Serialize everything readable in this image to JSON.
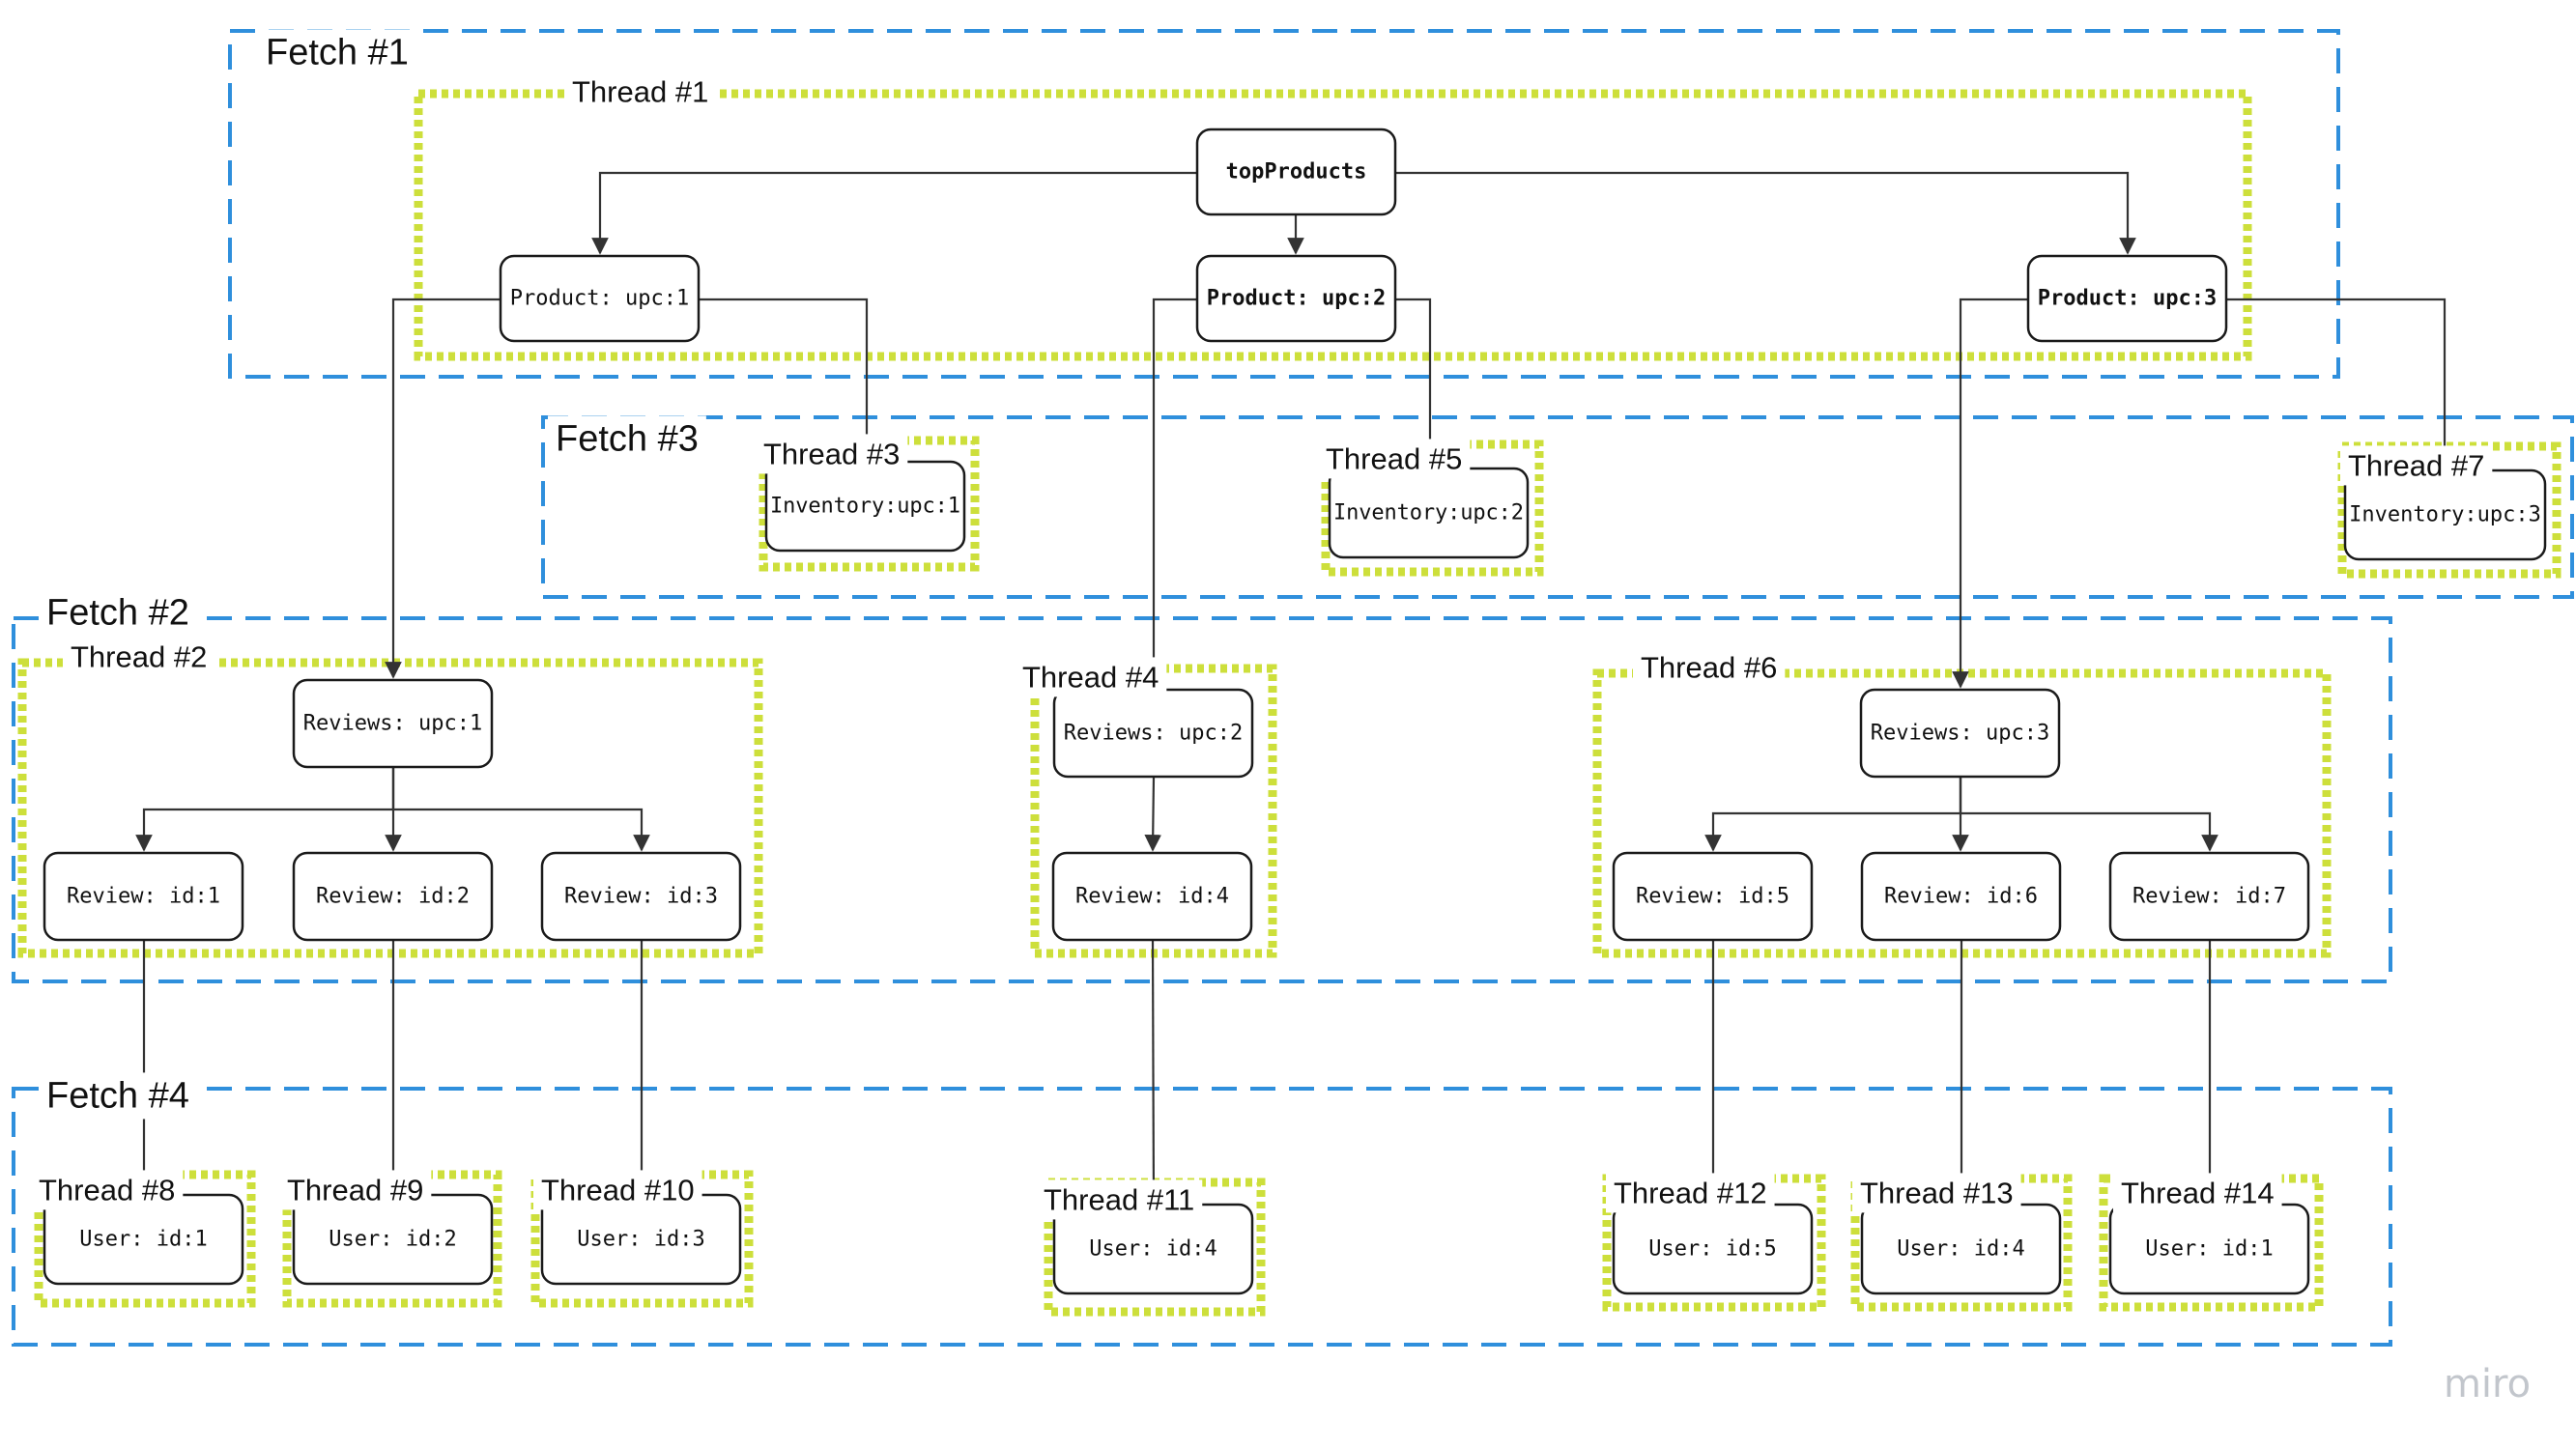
{
  "watermark": "miro",
  "fetches": [
    {
      "id": "fetch1",
      "label": "Fetch #1"
    },
    {
      "id": "fetch2",
      "label": "Fetch #2"
    },
    {
      "id": "fetch3",
      "label": "Fetch #3"
    },
    {
      "id": "fetch4",
      "label": "Fetch #4"
    }
  ],
  "threads": [
    {
      "id": "thread1",
      "label": "Thread #1"
    },
    {
      "id": "thread2",
      "label": "Thread #2"
    },
    {
      "id": "thread3",
      "label": "Thread #3"
    },
    {
      "id": "thread4",
      "label": "Thread #4"
    },
    {
      "id": "thread5",
      "label": "Thread #5"
    },
    {
      "id": "thread6",
      "label": "Thread #6"
    },
    {
      "id": "thread7",
      "label": "Thread #7"
    },
    {
      "id": "thread8",
      "label": "Thread #8"
    },
    {
      "id": "thread9",
      "label": "Thread #9"
    },
    {
      "id": "thread10",
      "label": "Thread #10"
    },
    {
      "id": "thread11",
      "label": "Thread #11"
    },
    {
      "id": "thread12",
      "label": "Thread #12"
    },
    {
      "id": "thread13",
      "label": "Thread #13"
    },
    {
      "id": "thread14",
      "label": "Thread #14"
    }
  ],
  "nodes": [
    {
      "id": "topProducts",
      "label": "topProducts",
      "bold": true
    },
    {
      "id": "product1",
      "label": "Product: upc:1",
      "bold": false
    },
    {
      "id": "product2",
      "label": "Product: upc:2",
      "bold": true
    },
    {
      "id": "product3",
      "label": "Product: upc:3",
      "bold": true
    },
    {
      "id": "inventory1",
      "label": "Inventory:upc:1",
      "bold": false
    },
    {
      "id": "inventory2",
      "label": "Inventory:upc:2",
      "bold": false
    },
    {
      "id": "inventory3",
      "label": "Inventory:upc:3",
      "bold": false
    },
    {
      "id": "reviews1",
      "label": "Reviews: upc:1",
      "bold": false
    },
    {
      "id": "reviews2",
      "label": "Reviews: upc:2",
      "bold": false
    },
    {
      "id": "reviews3",
      "label": "Reviews: upc:3",
      "bold": false
    },
    {
      "id": "review1",
      "label": "Review: id:1",
      "bold": false
    },
    {
      "id": "review2",
      "label": "Review: id:2",
      "bold": false
    },
    {
      "id": "review3",
      "label": "Review: id:3",
      "bold": false
    },
    {
      "id": "review4",
      "label": "Review: id:4",
      "bold": false
    },
    {
      "id": "review5",
      "label": "Review: id:5",
      "bold": false
    },
    {
      "id": "review6",
      "label": "Review: id:6",
      "bold": false
    },
    {
      "id": "review7",
      "label": "Review: id:7",
      "bold": false
    },
    {
      "id": "user8",
      "label": "User: id:1",
      "bold": false
    },
    {
      "id": "user9",
      "label": "User: id:2",
      "bold": false
    },
    {
      "id": "user10",
      "label": "User: id:3",
      "bold": false
    },
    {
      "id": "user11",
      "label": "User: id:4",
      "bold": false
    },
    {
      "id": "user12",
      "label": "User: id:5",
      "bold": false
    },
    {
      "id": "user13",
      "label": "User: id:4",
      "bold": false
    },
    {
      "id": "user14",
      "label": "User: id:1",
      "bold": false
    }
  ],
  "edges": [
    {
      "from": "topProducts",
      "to": "product1"
    },
    {
      "from": "topProducts",
      "to": "product2"
    },
    {
      "from": "topProducts",
      "to": "product3"
    },
    {
      "from": "product1",
      "to": "inventory1"
    },
    {
      "from": "product1",
      "to": "reviews1"
    },
    {
      "from": "product2",
      "to": "inventory2"
    },
    {
      "from": "product2",
      "to": "reviews2"
    },
    {
      "from": "product3",
      "to": "inventory3"
    },
    {
      "from": "product3",
      "to": "reviews3"
    },
    {
      "from": "reviews1",
      "to": "review1"
    },
    {
      "from": "reviews1",
      "to": "review2"
    },
    {
      "from": "reviews1",
      "to": "review3"
    },
    {
      "from": "reviews2",
      "to": "review4"
    },
    {
      "from": "reviews3",
      "to": "review5"
    },
    {
      "from": "reviews3",
      "to": "review6"
    },
    {
      "from": "reviews3",
      "to": "review7"
    },
    {
      "from": "review1",
      "to": "user8"
    },
    {
      "from": "review2",
      "to": "user9"
    },
    {
      "from": "review3",
      "to": "user10"
    },
    {
      "from": "review4",
      "to": "user11"
    },
    {
      "from": "review5",
      "to": "user12"
    },
    {
      "from": "review6",
      "to": "user13"
    },
    {
      "from": "review7",
      "to": "user14"
    }
  ]
}
